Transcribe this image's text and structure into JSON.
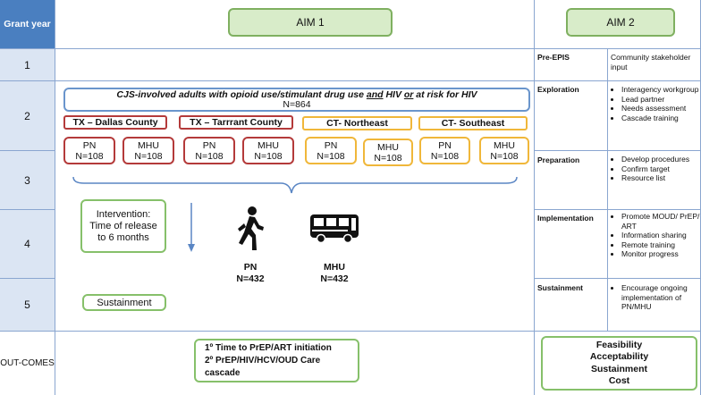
{
  "header": {
    "grant_year": "Grant year",
    "aim1": "AIM 1",
    "aim2": "AIM 2"
  },
  "years": [
    "1",
    "2",
    "3",
    "4",
    "5"
  ],
  "outcomes_label": "OUT-COMES",
  "population": {
    "line_prefix": "CJS-involved adults with opioid use/stimulant  drug use ",
    "and": "and",
    "mid": " HIV ",
    "or": "or",
    "suffix": " at risk for HIV",
    "n": "N=864"
  },
  "sites": [
    {
      "name": "TX – Dallas County",
      "color": "#b43a3a"
    },
    {
      "name": "TX – Tarrrant County",
      "color": "#b43a3a"
    },
    {
      "name": "CT- Northeast",
      "color": "#f0b73a"
    },
    {
      "name": "CT- Southeast",
      "color": "#f0b73a"
    }
  ],
  "arms": [
    {
      "label": "PN",
      "n": "N=108"
    },
    {
      "label": "MHU",
      "n": "N=108"
    },
    {
      "label": "PN",
      "n": "N=108"
    },
    {
      "label": "MHU",
      "n": "N=108"
    },
    {
      "label": "PN",
      "n": "N=108"
    },
    {
      "label": "MHU",
      "n": "N=108"
    },
    {
      "label": "PN",
      "n": "N=108"
    },
    {
      "label": "MHU",
      "n": "N=108"
    }
  ],
  "intervention": "Intervention: Time of release to 6 months",
  "pn_total": {
    "label": "PN",
    "n": "N=432"
  },
  "mhu_total": {
    "label": "MHU",
    "n": "N=432"
  },
  "sustainment_box": "Sustainment",
  "aim1_outcomes": {
    "line1": "1º Time to PrEP/ART initiation",
    "line2": "2º PrEP/HIV/HCV/OUD Care cascade"
  },
  "aim2_outcomes": [
    "Feasibility",
    "Acceptability",
    "Sustainment",
    "Cost"
  ],
  "epis": [
    {
      "phase": "Pre-EPIS",
      "text": "Community stakeholder input",
      "bullets": []
    },
    {
      "phase": "Exploration",
      "text": "",
      "bullets": [
        "Interagency workgroup",
        "Lead partner",
        "Needs assessment",
        "Cascade training"
      ]
    },
    {
      "phase": "Preparation",
      "text": "",
      "bullets": [
        "Develop procedures",
        "Confirm target",
        "Resource list"
      ]
    },
    {
      "phase": "Implementation",
      "text": "",
      "bullets": [
        "Promote MOUD/ PrEP/ ART",
        "Information sharing",
        "Remote training",
        "Monitor progress"
      ]
    },
    {
      "phase": "Sustainment",
      "text": "",
      "bullets": [
        "Encourage ongoing implementation of PN/MHU"
      ]
    }
  ],
  "colors": {
    "header_blue": "#4a7fc0",
    "year_fill": "#dbe5f3",
    "aim_fill": "#d8ecc9",
    "green_border": "#86c06a",
    "red": "#b43a3a",
    "yellow": "#f0b73a"
  }
}
